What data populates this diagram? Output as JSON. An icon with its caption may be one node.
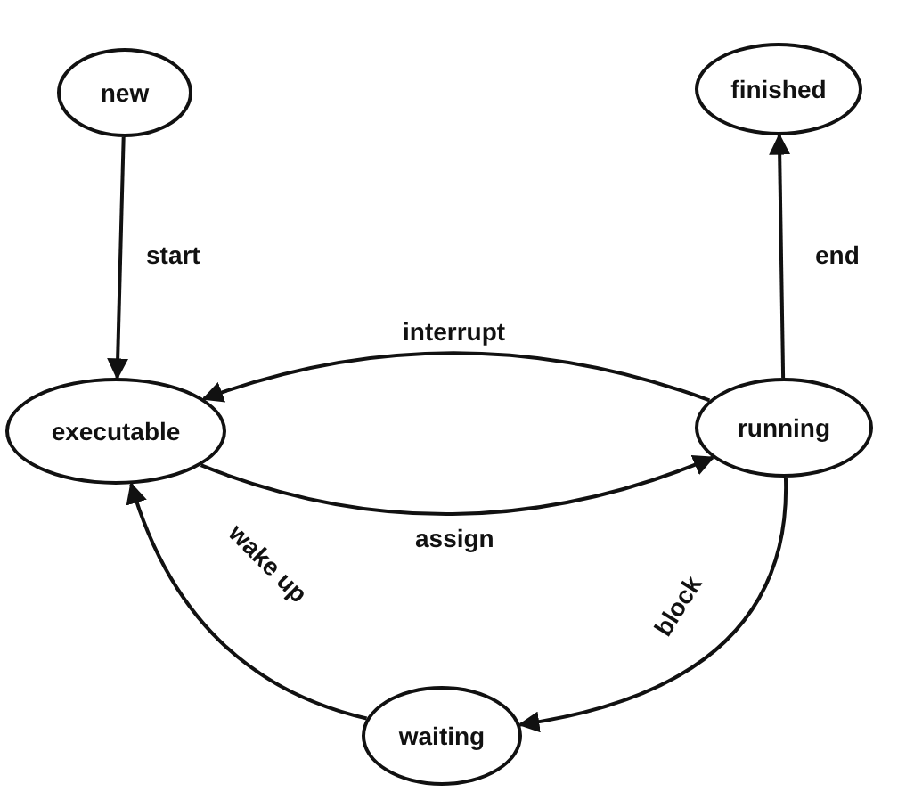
{
  "diagram": {
    "nodes": [
      {
        "text": [
          "new"
        ]
      },
      {
        "text": [
          "finished"
        ]
      },
      {
        "text": [
          "executable"
        ]
      },
      {
        "text": [
          "running"
        ]
      },
      {
        "text": [
          "waiting"
        ]
      }
    ],
    "edges": [
      {
        "from": 0,
        "to": 2,
        "arrow": "to",
        "label": "start"
      },
      {
        "from": 3,
        "to": 2,
        "arrow": "to",
        "label": "interrupt"
      },
      {
        "from": 2,
        "to": 3,
        "arrow": "to",
        "label": "assign"
      },
      {
        "from": 3,
        "to": 1,
        "arrow": "to",
        "label": "end"
      },
      {
        "from": 3,
        "to": 4,
        "arrow": "to",
        "label": "block"
      },
      {
        "from": 4,
        "to": 2,
        "arrow": "to",
        "label": "wake up"
      }
    ]
  }
}
